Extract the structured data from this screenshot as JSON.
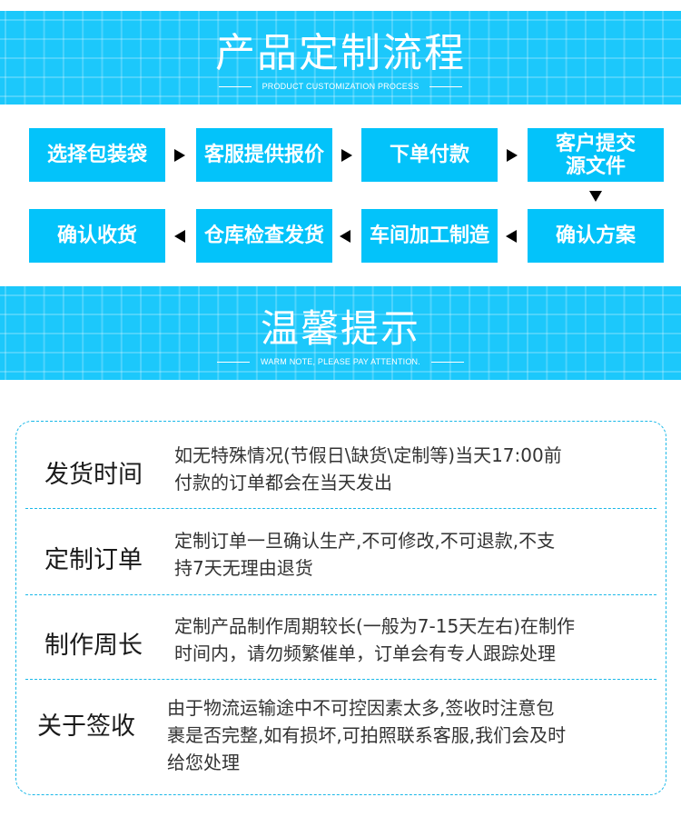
{
  "banner_process": {
    "title": "产品定制流程",
    "subtitle": "PRODUCT CUSTOMIZATION PROCESS"
  },
  "flow": {
    "steps": [
      {
        "label": "选择包装袋"
      },
      {
        "label": "客服提供报价"
      },
      {
        "label": "下单付款"
      },
      {
        "label": "客户提交\n源文件",
        "line1": "客户提交",
        "line2": "源文件"
      },
      {
        "label": "确认方案"
      },
      {
        "label": "车间加工制造"
      },
      {
        "label": "仓库检查发货"
      },
      {
        "label": "确认收货"
      }
    ],
    "arrow_icons": [
      "triangle-right",
      "triangle-right",
      "triangle-right",
      "triangle-down",
      "triangle-left",
      "triangle-left",
      "triangle-left"
    ]
  },
  "banner_notes": {
    "title": "温馨提示",
    "subtitle": "WARM NOTE, PLEASE PAY ATTENTION."
  },
  "notes": [
    {
      "label": "发货时间",
      "line1": "如无特殊情况(节假日\\缺货\\定制等)当天17:00前",
      "line2": "付款的订单都会在当天发出"
    },
    {
      "label": "定制订单",
      "line1": "定制订单一旦确认生产,不可修改,不可退款,不支",
      "line2": "持7天无理由退货"
    },
    {
      "label": "制作周长",
      "line1": "定制产品制作周期较长(一般为7-15天左右)在制作",
      "line2": "时间内，请勿频繁催单，订单会有专人跟踪处理"
    },
    {
      "label": "关于签收",
      "line1": "由于物流运输途中不可控因素太多,签收时注意包",
      "line2": "裹是否完整,如有损坏,可拍照联系客服,我们会及时",
      "line3": "给您处理"
    }
  ],
  "colors": {
    "banner_bg": "#1cc8fb",
    "flow_box_bg": "#03c3fa",
    "dashed_border": "#19b8e8",
    "label_text": "#1a1a1a",
    "body_text": "#333333"
  }
}
